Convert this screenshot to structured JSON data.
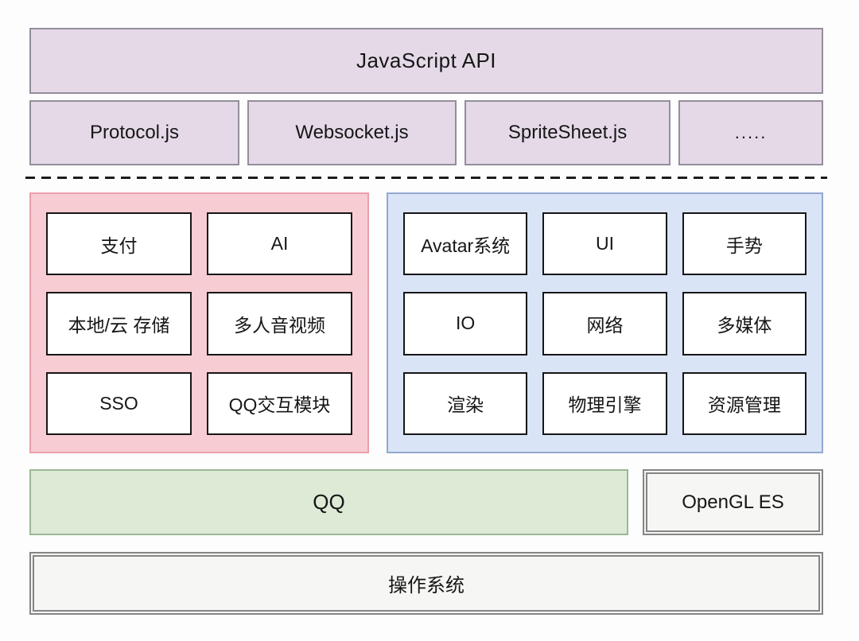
{
  "diagram": {
    "api_layer": {
      "title": "JavaScript API"
    },
    "js_modules": [
      "Protocol.js",
      "Websocket.js",
      "SpriteSheet.js",
      "....."
    ],
    "panels": {
      "client": {
        "items": [
          "支付",
          "AI",
          "本地/云 存储",
          "多人音视频",
          "SSO",
          "QQ交互模块"
        ]
      },
      "engine": {
        "items": [
          "Avatar系统",
          "UI",
          "手势",
          "IO",
          "网络",
          "多媒体",
          "渲染",
          "物理引擎",
          "资源管理"
        ]
      }
    },
    "qq_layer": {
      "label": "QQ"
    },
    "opengl_layer": {
      "label": "OpenGL ES"
    },
    "os_layer": {
      "label": "操作系统"
    },
    "colors": {
      "lavender_fill": "#e5d9e8",
      "lavender_border": "#938e9c",
      "pink_fill": "#f8ccd3",
      "pink_border": "#eb9fab",
      "blue_fill": "#d9e4f6",
      "blue_border": "#93a9cf",
      "green_fill": "#dcead6",
      "green_border": "#9cb795",
      "gray_border": "#858585",
      "box_border": "#161616"
    }
  }
}
